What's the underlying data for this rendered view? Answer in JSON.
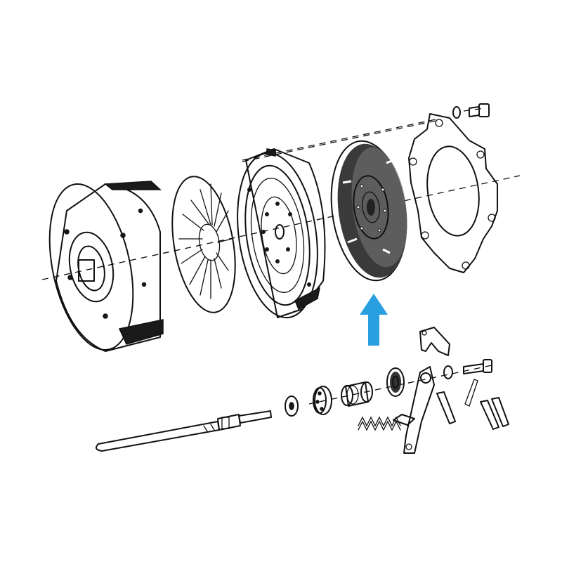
{
  "figure": {
    "kind": "exploded-parts-diagram",
    "parts": [
      "flywheel",
      "pressure-plate-spring",
      "clutch-cover",
      "clutch-disc",
      "mounting-flange",
      "bolt-and-washer",
      "input-shaft",
      "release-bearing-washer",
      "bearing-carrier",
      "release-sleeve",
      "release-bearing",
      "release-fork",
      "pivot-bracket",
      "coil-spring",
      "fork-bolt",
      "pins",
      "cotter-pin"
    ],
    "highlight": {
      "part": "clutch-disc",
      "arrow_color": "#2a9fe0",
      "direction": "up"
    }
  }
}
